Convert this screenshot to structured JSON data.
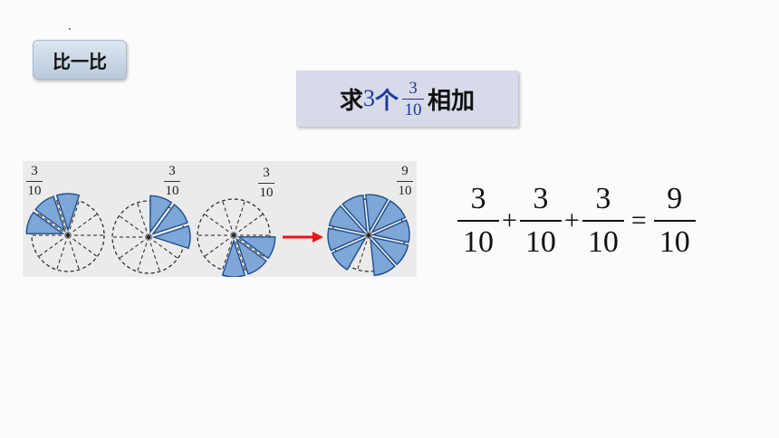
{
  "badge": {
    "label": "比一比"
  },
  "title": {
    "prefix": "求",
    "count": "3",
    "measure": "个",
    "frac_num": "3",
    "frac_den": "10",
    "suffix": "相加"
  },
  "panel": {
    "circles": [
      {
        "num": "3",
        "den": "10",
        "shaded_tenths": 3
      },
      {
        "num": "3",
        "den": "10",
        "shaded_tenths": 3
      },
      {
        "num": "3",
        "den": "10",
        "shaded_tenths": 3
      },
      {
        "num": "9",
        "den": "10",
        "shaded_tenths": 9
      }
    ],
    "arrow_icon": "right-arrow-icon"
  },
  "equation": {
    "terms": [
      {
        "num": "3",
        "den": "10"
      },
      {
        "num": "3",
        "den": "10"
      },
      {
        "num": "3",
        "den": "10"
      }
    ],
    "plus": "+",
    "equals": "=",
    "result": {
      "num": "9",
      "den": "10"
    }
  },
  "colors": {
    "shade": "#7ea6d6",
    "shade_stroke": "#1f4e8c",
    "arrow": "#e8141c",
    "title_accent": "#1a3a9c"
  }
}
